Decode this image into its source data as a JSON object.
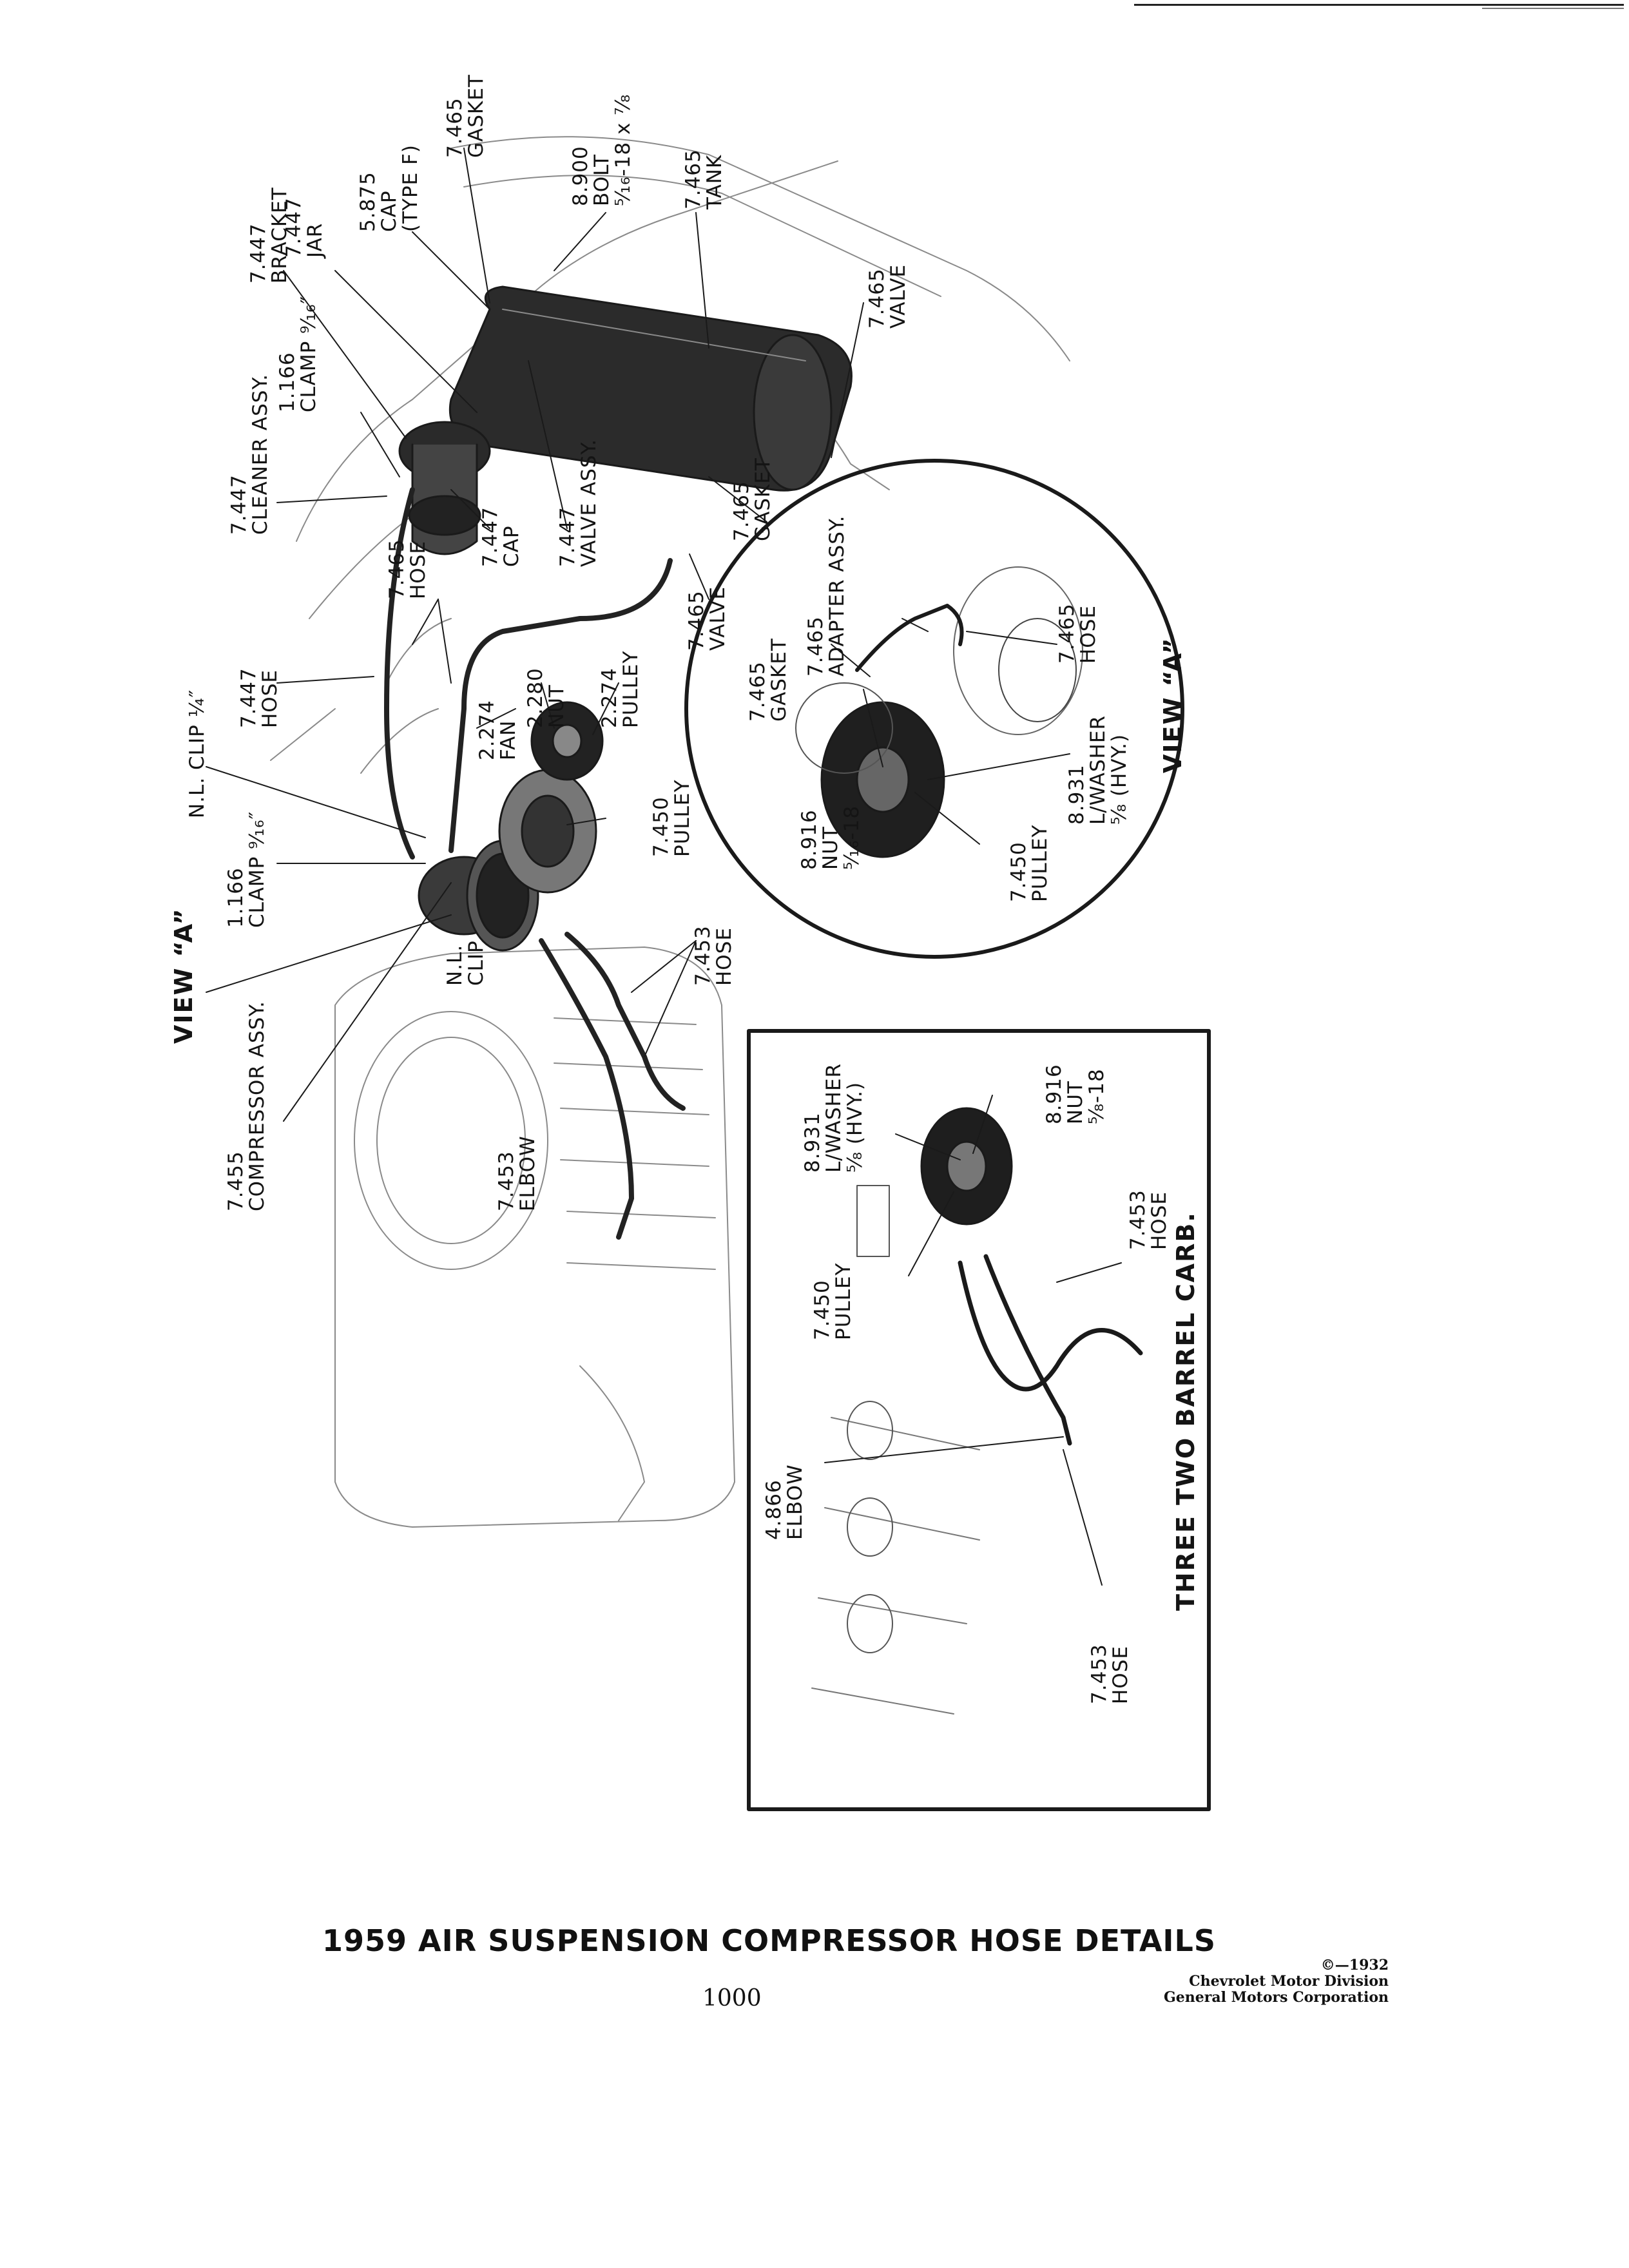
{
  "title": "1959 AIR SUSPENSION COMPRESSOR HOSE DETAILS",
  "page_number": "1000",
  "copyright": {
    "line1": "©—1932",
    "line2": "Chevrolet Motor Division",
    "line3": "General Motors Corporation"
  },
  "view_headings": {
    "main_view": "VIEW “A”",
    "circle_view": "VIEW “A”",
    "inset_title": "THREE TWO BARREL CARB."
  },
  "labels": {
    "compressor_assy": "7.455\nCOMPRESSOR ASSY.",
    "elbow_main": "7.453\nELBOW",
    "nl_clip": "N.L.\nCLIP",
    "clamp_main": "1.166\nCLAMP ⁹⁄₁₆″",
    "nl_clip_quarter": "N.L. CLIP ¼″",
    "hose_7453_main": "7.453\nHOSE",
    "pulley_7450_main": "7.450\nPULLEY",
    "fan": "2.274\nFAN",
    "nut_2280": "2.280\nNUT",
    "pulley_2274": "2.274\nPULLEY",
    "hose_7447": "7.447\nHOSE",
    "hose_7465": "7.465\nHOSE",
    "cleaner_assy": "7.447\nCLEANER ASSY.",
    "clamp_upper": "1.166\nCLAMP ⁹⁄₁₆″",
    "cap_7447": "7.447\nCAP",
    "valve_assy": "7.447\nVALVE ASSY.",
    "bracket": "7.447\nBRACKET",
    "jar": "7.447\nJAR",
    "cap_type_f": "5.875\nCAP\n(TYPE F)",
    "gasket_top": "7.465\nGASKET",
    "bolt": "8.900\nBOLT\n⁵⁄₁₆-18 x ⁷⁄₈",
    "tank": "7.465\nTANK",
    "valve_tank": "7.465\nVALVE",
    "valve_7465": "7.465\nVALVE",
    "gasket_7465_mid": "7.465\nGASKET",
    "circle_gasket": "7.465\nGASKET",
    "circle_adapter": "7.465\nADAPTER ASSY.",
    "circle_hose": "7.465\nHOSE",
    "circle_nut": "8.916\nNUT\n⁵⁄₁₆-18",
    "circle_washer": "8.931\nL/WASHER\n⁵⁄₈ (HVY.)",
    "circle_pulley": "7.450\nPULLEY",
    "inset_washer": "8.931\nL/WASHER\n⁵⁄₈ (HVY.)",
    "inset_nut": "8.916\nNUT\n⁵⁄₈-18",
    "inset_pulley": "7.450\nPULLEY",
    "inset_hose_right": "7.453\nHOSE",
    "inset_elbow": "4.866\nELBOW",
    "inset_hose_bottom": "7.453\nHOSE"
  }
}
